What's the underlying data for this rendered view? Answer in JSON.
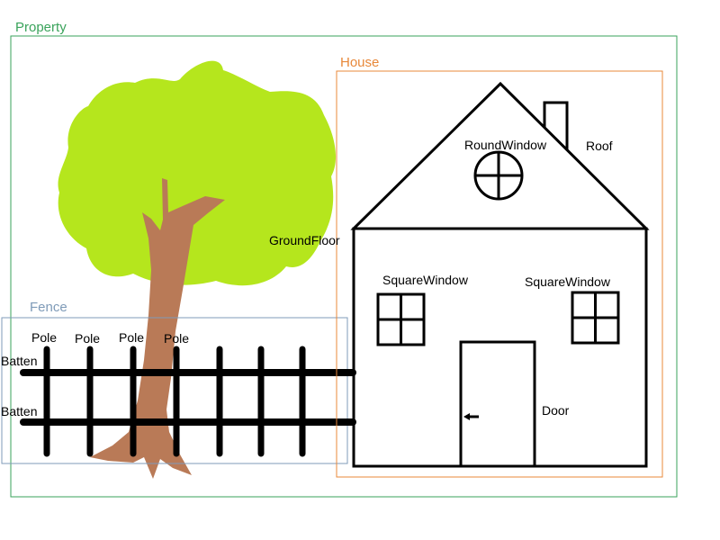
{
  "groups": {
    "property": {
      "label": "Property",
      "color": "#3aa35b"
    },
    "house": {
      "label": "House",
      "color": "#e8883a"
    },
    "fence": {
      "label": "Fence",
      "color": "#7f9bb8"
    }
  },
  "labels": {
    "round_window": "RoundWindow",
    "roof": "Roof",
    "ground_floor": "GroundFloor",
    "square_window_left": "SquareWindow",
    "square_window_right": "SquareWindow",
    "door": "Door",
    "poles": [
      "Pole",
      "Pole",
      "Pole",
      "Pole"
    ],
    "battens": [
      "Batten",
      "Batten"
    ]
  },
  "colors": {
    "tree_foliage": "#b5e61d",
    "tree_trunk": "#b97a57",
    "ink": "#000000"
  }
}
